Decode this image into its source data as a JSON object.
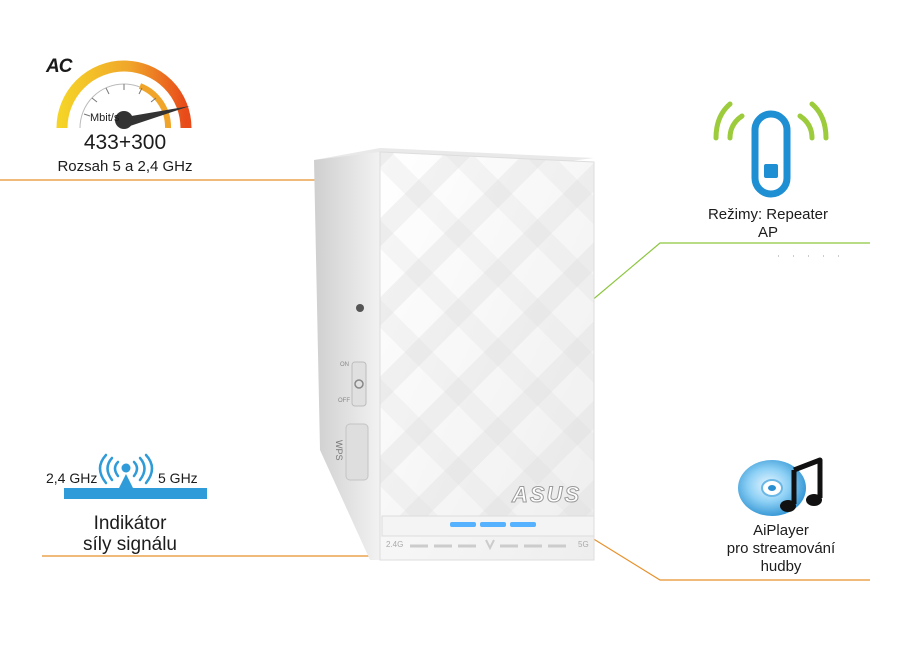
{
  "speed": {
    "brand_mark": "AC",
    "unit": "Mbit/s",
    "value": "433+300",
    "range": "Rozsah 5 a 2,4 GHz"
  },
  "modes": {
    "line1": "Režimy: Repeater",
    "line2": "AP"
  },
  "signal": {
    "freq_left": "2,4 GHz",
    "freq_right": "5 GHz",
    "line1": "Indikátor",
    "line2": "síly signálu"
  },
  "aiplayer": {
    "line1": "AiPlayer",
    "line2": "pro streamování",
    "line3": "hudby"
  },
  "device": {
    "brand": "ASUS",
    "wps_label": "WPS",
    "switch_on": "ON",
    "switch_off": "OFF",
    "band_left": "2.4G",
    "band_right": "5G"
  },
  "colors": {
    "callout_orange": "#e8912b",
    "callout_green": "#8dc63f",
    "signal_blue": "#2f9bd8",
    "antenna_green": "#9ccb3b",
    "antenna_blue": "#1f8fd4"
  }
}
